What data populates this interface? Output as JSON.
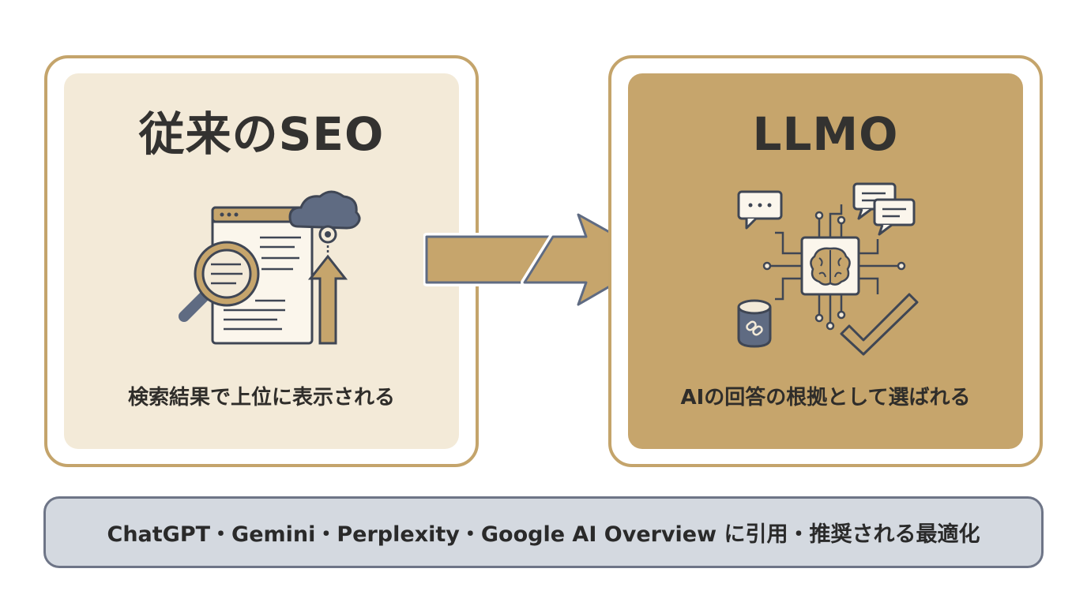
{
  "left_panel": {
    "title": "従来のSEO",
    "subtitle": "検索結果で上位に表示される",
    "icons": [
      "browser-window-icon",
      "magnifying-glass-icon",
      "cloud-gear-icon",
      "up-arrow-icon"
    ]
  },
  "right_panel": {
    "title": "LLMO",
    "subtitle": "AIの回答の根拠として選ばれる",
    "icons": [
      "ai-brain-chip-icon",
      "chat-bubble-icon",
      "database-link-icon",
      "checkmark-icon"
    ]
  },
  "footer": {
    "text": "ChatGPT・Gemini・Perplexity・Google AI Overview に引用・推奨される最適化"
  },
  "colors": {
    "gold": "#c4a46b",
    "gold_fill": "#c6a56c",
    "cream": "#f3ead8",
    "slate": "#5f6b82",
    "footer_bg": "#d4d9e0",
    "footer_border": "#6e7587",
    "text": "#2f2d2a"
  }
}
